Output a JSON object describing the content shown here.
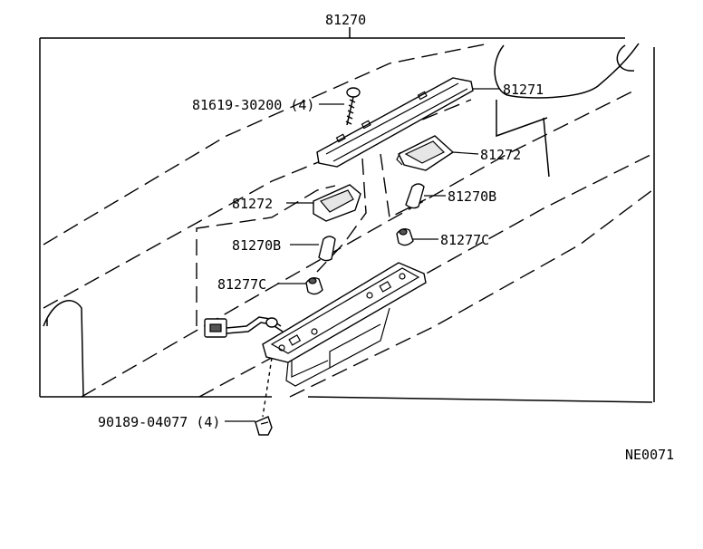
{
  "callouts": {
    "assembly": "81270",
    "cover": "81271",
    "lens_right": "81272",
    "lens_left": "81272",
    "bulb_right": "81270B",
    "bulb_left": "81270B",
    "socket_right": "81277C",
    "socket_left": "81277C",
    "screw": "81619-30200 (4)",
    "clip": "90189-04077 (4)"
  },
  "figure_code": "NE0071"
}
